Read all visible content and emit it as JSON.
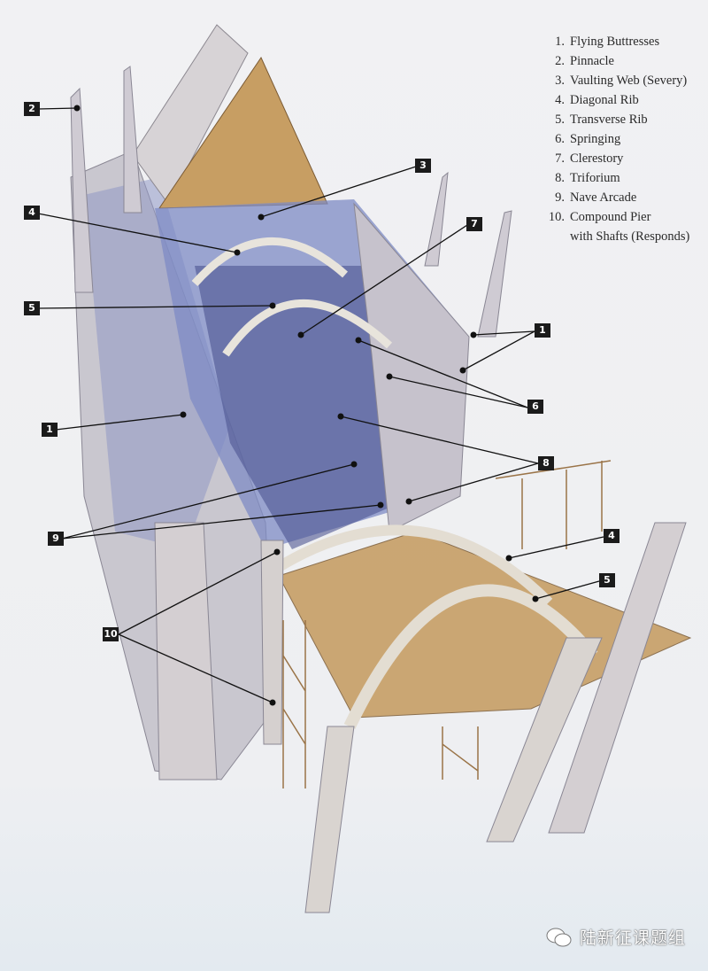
{
  "legend": {
    "items": [
      {
        "num": "1.",
        "label": "Flying Buttresses"
      },
      {
        "num": "2.",
        "label": "Pinnacle"
      },
      {
        "num": "3.",
        "label": "Vaulting Web (Severy)"
      },
      {
        "num": "4.",
        "label": "Diagonal Rib"
      },
      {
        "num": "5.",
        "label": "Transverse Rib"
      },
      {
        "num": "6.",
        "label": "Springing"
      },
      {
        "num": "7.",
        "label": "Clerestory"
      },
      {
        "num": "8.",
        "label": "Triforium"
      },
      {
        "num": "9.",
        "label": "Nave Arcade"
      },
      {
        "num": "10.",
        "label": "Compound Pier"
      }
    ],
    "continuation": "with Shafts (Responds)"
  },
  "tags": {
    "t2": "2",
    "t3": "3",
    "t4": "4",
    "t7": "7",
    "t5": "5",
    "t1r": "1",
    "t6": "6",
    "t1l": "1",
    "t8": "8",
    "t9": "9",
    "t4b": "4",
    "t5b": "5",
    "t10": "10"
  },
  "watermark": {
    "icon": "wechat-icon",
    "text": "陆新征课题组"
  }
}
